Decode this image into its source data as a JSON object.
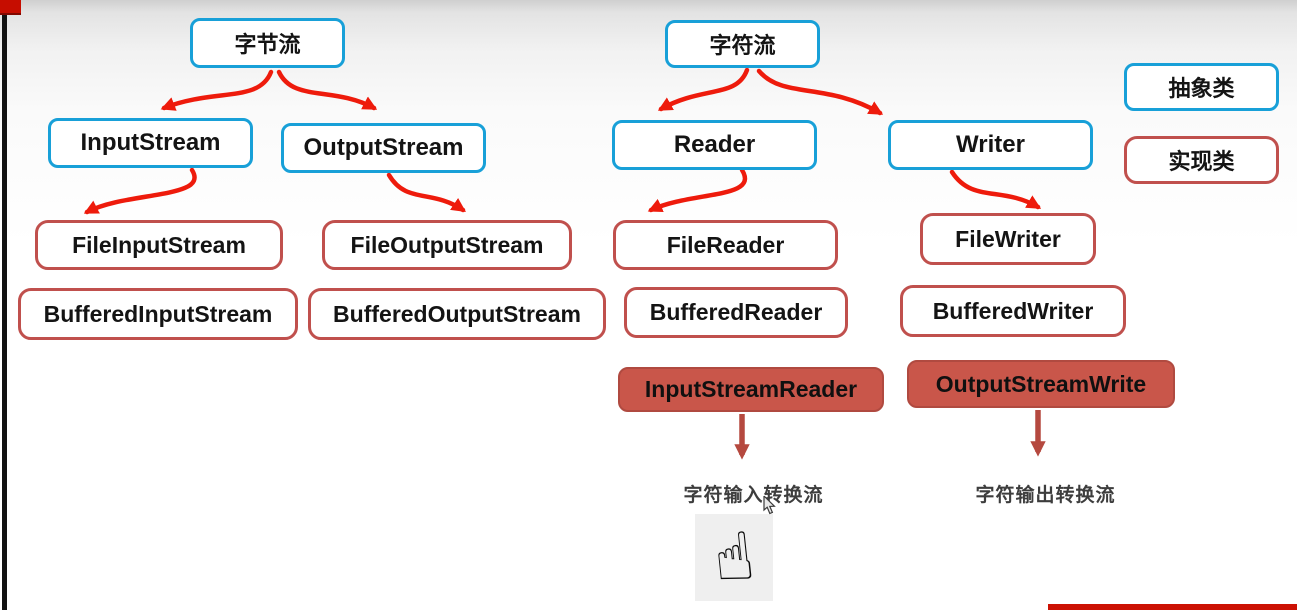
{
  "nodes": {
    "byte_stream": "字节流",
    "char_stream": "字符流",
    "input_stream": "InputStream",
    "output_stream": "OutputStream",
    "reader": "Reader",
    "writer": "Writer",
    "file_input_stream": "FileInputStream",
    "file_output_stream": "FileOutputStream",
    "file_reader": "FileReader",
    "file_writer": "FileWriter",
    "buffered_input_stream": "BufferedInputStream",
    "buffered_output_stream": "BufferedOutputStream",
    "buffered_reader": "BufferedReader",
    "buffered_writer": "BufferedWriter",
    "input_stream_reader": "InputStreamReader",
    "output_stream_write": "OutputStreamWrite"
  },
  "legend": {
    "abstract": "抽象类",
    "concrete": "实现类"
  },
  "annotations": {
    "input_convert": "字符输入转换流",
    "output_convert": "字符输出转换流"
  },
  "icons": {
    "hand_pointer_glyph": "☝"
  },
  "colors": {
    "abstract_border": "#18a0d8",
    "concrete_border": "#c0504d",
    "filled_bg": "#c9564a",
    "filled_border": "#b04a40",
    "arrow_red": "#ee1b0c",
    "arrow_brown": "#b5493f",
    "corner_red": "#c60d00",
    "bottom_bar_red": "#cc1104",
    "label_text": "#3d3d3d"
  }
}
